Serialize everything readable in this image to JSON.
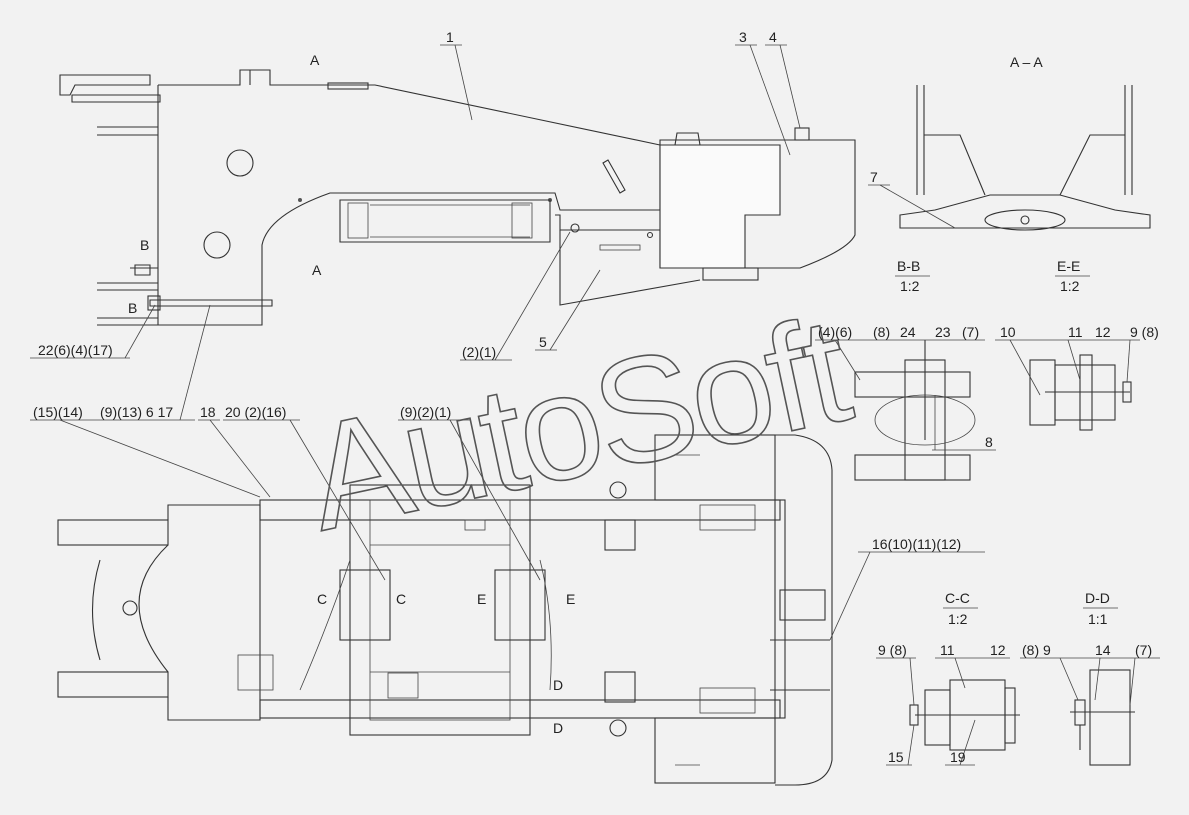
{
  "watermark": "AutoSoft",
  "views": {
    "AA": "A – A",
    "BB": "B-B",
    "BB_scale": "1:2",
    "EE": "E-E",
    "EE_scale": "1:2",
    "CC": "C-C",
    "CC_scale": "1:2",
    "DD": "D-D",
    "DD_scale": "1:1"
  },
  "markers": {
    "A_top": "A",
    "A_bot": "A",
    "B_top": "B",
    "B_bot": "B",
    "C_left": "C",
    "C_right": "C",
    "E_left": "E",
    "E_right": "E",
    "D_top": "D",
    "D_bot": "D"
  },
  "callouts": {
    "c1": "1",
    "c3": "3",
    "c4": "4",
    "c7": "7",
    "c5": "5",
    "c2_1": "(2)(1)",
    "c22": "22(6)(4)(17)",
    "c15_14": "(15)(14)",
    "c9_13_6_17": "(9)(13) 6 17",
    "c18": "18",
    "c20_2_16": "20 (2)(16)",
    "c9_2_1": "(9)(2)(1)",
    "c4_6": "(4)(6)",
    "c8p": "(8)",
    "c24": "24",
    "c23": "23",
    "c7p": "(7)",
    "c8": "8",
    "c10": "10",
    "c11": "11",
    "c12": "12",
    "c9_8": "9 (8)",
    "c16_10_11_12": "16(10)(11)(12)",
    "cc_9_8": "9 (8)",
    "cc_11": "11",
    "cc_12": "12",
    "cc_15": "15",
    "cc_19": "19",
    "dd_8_9": "(8) 9",
    "dd_14": "14",
    "dd_7": "(7)"
  }
}
